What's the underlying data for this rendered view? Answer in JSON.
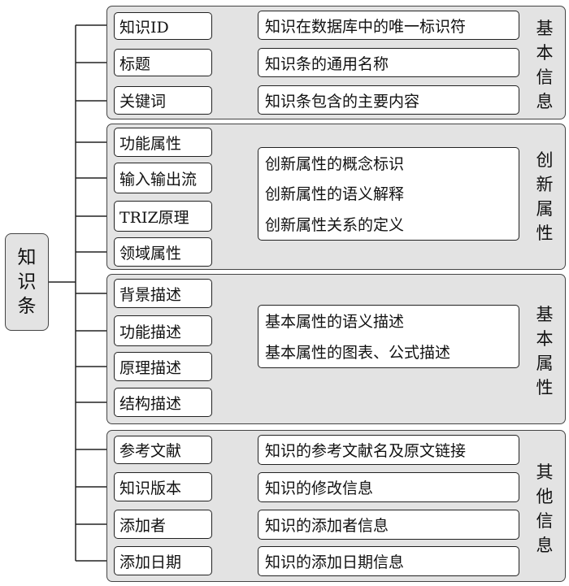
{
  "root": {
    "label": "知识条",
    "chars": [
      "知",
      "识",
      "条"
    ]
  },
  "groups": [
    {
      "title_chars": [
        "基",
        "本",
        "信",
        "息"
      ],
      "items": [
        {
          "label": "知识ID",
          "desc": "知识在数据库中的唯一标识符"
        },
        {
          "label": "标题",
          "desc": "知识条的通用名称"
        },
        {
          "label": "关键词",
          "desc": "知识条包含的主要内容"
        }
      ]
    },
    {
      "title_chars": [
        "创",
        "新",
        "属",
        "性"
      ],
      "labels": [
        "功能属性",
        "输入输出流",
        "TRIZ原理",
        "领域属性"
      ],
      "descs": [
        "创新属性的概念标识",
        "创新属性的语义解释",
        "创新属性关系的定义"
      ]
    },
    {
      "title_chars": [
        "基",
        "本",
        "属",
        "性"
      ],
      "labels": [
        "背景描述",
        "功能描述",
        "原理描述",
        "结构描述"
      ],
      "descs": [
        "基本属性的语义描述",
        "基本属性的图表、公式描述"
      ]
    },
    {
      "title_chars": [
        "其",
        "他",
        "信",
        "息"
      ],
      "items": [
        {
          "label": "参考文献",
          "desc": "知识的参考文献名及原文链接"
        },
        {
          "label": "知识版本",
          "desc": "知识的修改信息"
        },
        {
          "label": "添加者",
          "desc": "知识的添加者信息"
        },
        {
          "label": "添加日期",
          "desc": "知识的添加日期信息"
        }
      ]
    }
  ]
}
